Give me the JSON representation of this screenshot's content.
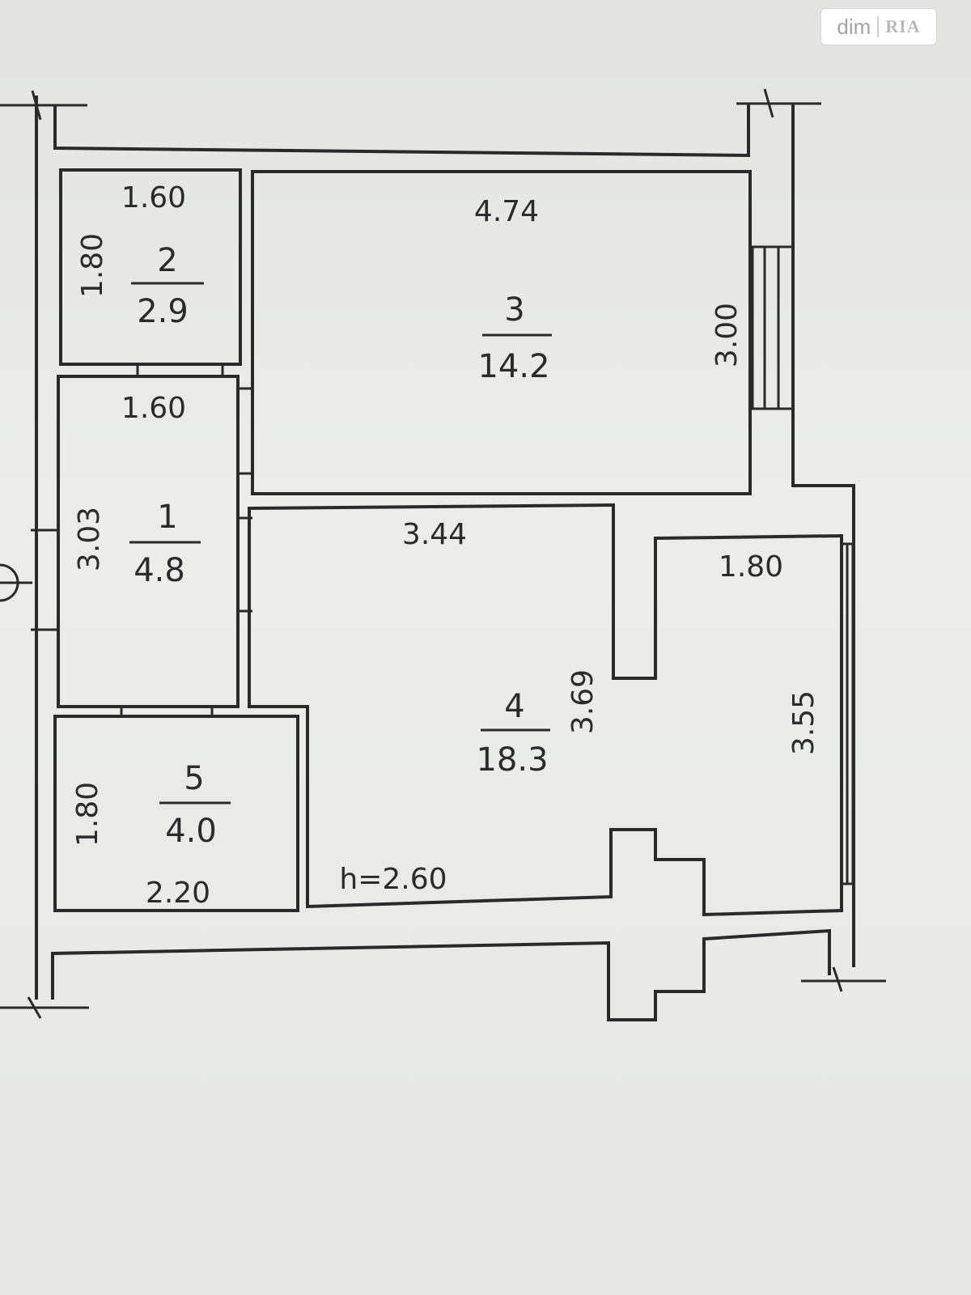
{
  "watermark": {
    "brand_left": "dim",
    "brand_right": "RIA"
  },
  "rooms": [
    {
      "number": "2",
      "area": "2.9",
      "width": "1.60",
      "length": "1.80"
    },
    {
      "number": "3",
      "area": "14.2",
      "width": "4.74",
      "length": "3.00"
    },
    {
      "number": "1",
      "area": "4.8",
      "width": "1.60",
      "length": "3.03"
    },
    {
      "number": "4",
      "area": "18.3",
      "width": "3.44",
      "length": "3.69"
    },
    {
      "number": "5",
      "area": "4.0",
      "width": "2.20",
      "length": "1.80"
    }
  ],
  "balcony": {
    "width": "1.80",
    "length": "3.55"
  },
  "ceiling_height": "h=2.60",
  "colors": {
    "line": "#2a2a2a",
    "paper": "#e9e9e7"
  }
}
